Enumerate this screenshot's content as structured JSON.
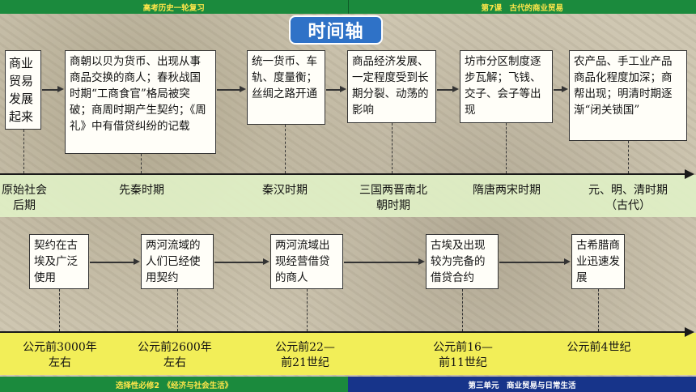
{
  "header": {
    "left": "高考历史一轮复习",
    "right": "第7课　古代的商业贸易"
  },
  "footer": {
    "left": "选择性必修2　《经济与社会生活》",
    "right": "第三单元　商业贸易与日常生活"
  },
  "title": "时间轴",
  "top_boxes": [
    "商业贸易发展起来",
    "商朝以贝为货币、出现从事商品交换的商人；春秋战国时期“工商食官”格局被突破；商周时期产生契约；《周礼》中有借贷纠纷的记载",
    "统一货币、车轨、度量衡；丝绸之路开通",
    "商品经济发展、一定程度受到长期分裂、动荡的影响",
    "坊市分区制度逐步瓦解；飞钱、交子、会子等出现",
    "农产品、手工业产品商品化程度加深；商帮出现；明清时期逐渐“闭关锁国”"
  ],
  "top_labels": [
    "原始社会后期",
    "先秦时期",
    "秦汉时期",
    "三国两晋南北朝时期",
    "隋唐两宋时期",
    "元、明、清时期（古代）"
  ],
  "bottom_boxes": [
    "契约在古埃及广泛使用",
    "两河流域的人们已经使用契约",
    "两河流域出现经营借贷的商人",
    "古埃及出现较为完备的借贷合约",
    "古希腊商业迅速发展"
  ],
  "bottom_labels": [
    "公元前3000年左右",
    "公元前2600年左右",
    "公元前22—前21世纪",
    "公元前16—前11世纪",
    "公元前4世纪"
  ],
  "colors": {
    "header_green": "#1b8a3d",
    "header_text": "#ffe64a",
    "footer_blue": "#17348a",
    "title_blue": "#2f72c7",
    "band_green": "#dff0c6",
    "band_yellow": "#f2ee58"
  }
}
